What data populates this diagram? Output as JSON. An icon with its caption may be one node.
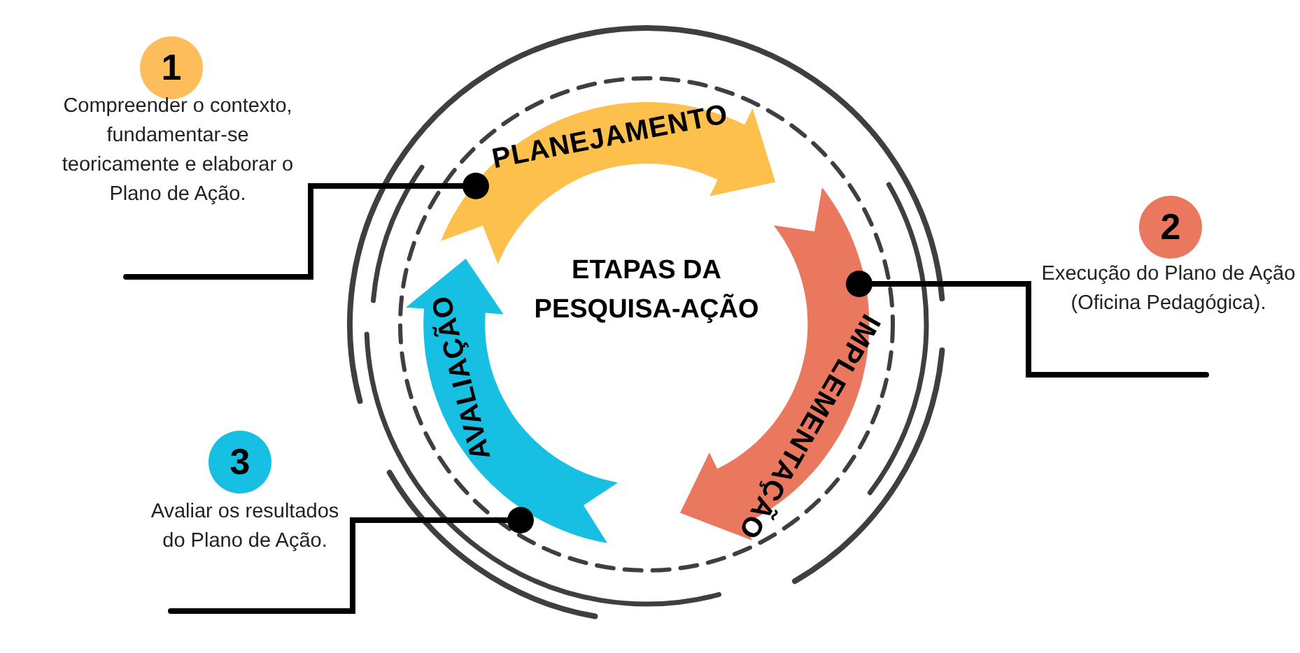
{
  "diagram": {
    "nodes": [
      {
        "text": [
          "1"
        ]
      },
      {
        "text": [
          "Compreender o contexto, fundamentar-se teoricamente e elaborar o Plano de Ação."
        ]
      },
      {
        "text": [
          "PLANEJAMENTO"
        ]
      },
      {
        "text": [
          "ETAPAS DA PESQUISA-AÇÃO"
        ]
      },
      {
        "text": [
          "2"
        ]
      },
      {
        "text": [
          "Execução do Plano de Ação (Oficina Pedagógica)."
        ]
      },
      {
        "text": [
          "AVALIAÇÃO"
        ]
      },
      {
        "text": [
          "IMPLEMENTAÇÃO"
        ]
      },
      {
        "text": [
          "3"
        ]
      },
      {
        "text": [
          "Avaliar os resultados do Plano de Ação."
        ]
      }
    ],
    "edges": [
      {
        "from": 1,
        "to": 2,
        "arrow": "other"
      },
      {
        "from": 5,
        "to": 7,
        "arrow": "other"
      },
      {
        "from": 9,
        "to": 6,
        "arrow": "other"
      }
    ]
  }
}
